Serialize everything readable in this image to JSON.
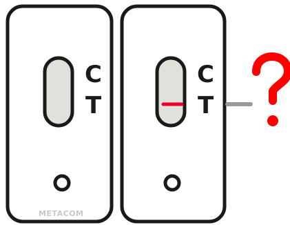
{
  "card_left": {
    "label_c": "C",
    "label_t": "T",
    "watermark": "METACOM",
    "control_line": false,
    "test_line": false
  },
  "card_right": {
    "label_c": "C",
    "label_t": "T",
    "control_line": false,
    "test_line": true
  },
  "question_mark": "?",
  "colors": {
    "outline": "#1a1a1a",
    "window_fill": "#e1e1db",
    "test_line": "#e8002a",
    "question": "#ff0000",
    "connector": "#9a9a9a",
    "watermark": "#c8c8c8"
  }
}
